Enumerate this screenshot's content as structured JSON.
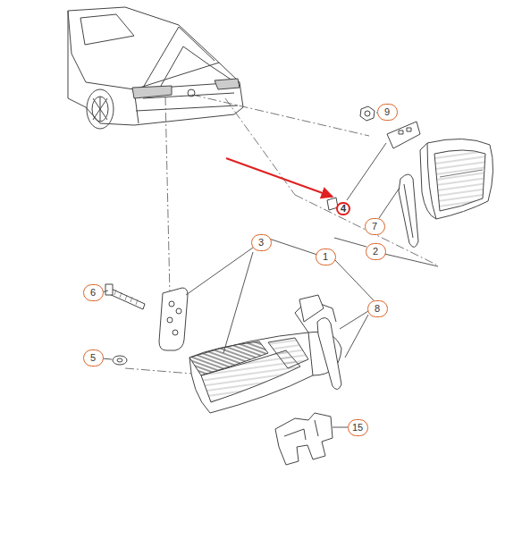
{
  "diagram": {
    "labels": [
      "9",
      "4",
      "7",
      "2",
      "3",
      "1",
      "6",
      "8",
      "5",
      "15"
    ]
  }
}
